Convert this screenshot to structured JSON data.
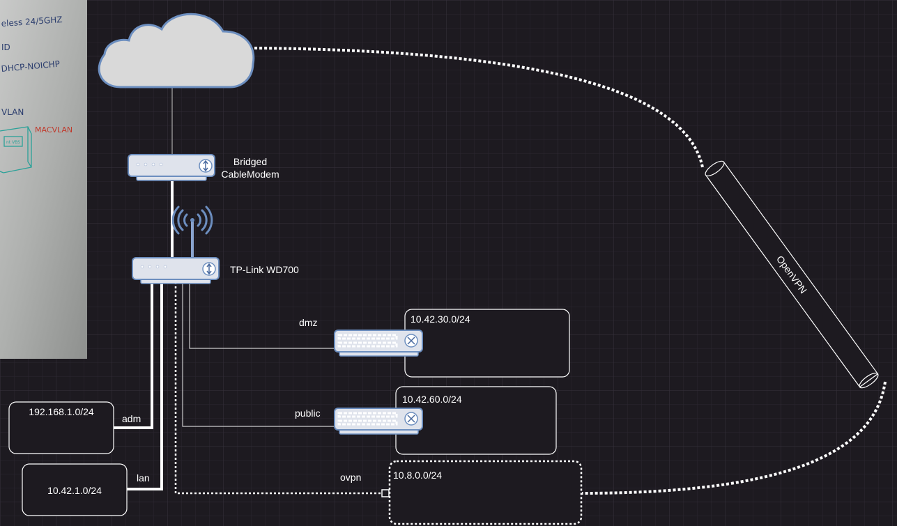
{
  "photo": {
    "lines": [
      "eless 24/5GHZ",
      "ID",
      "DHCP-NOICHP",
      "VLAN",
      "MACVLAN",
      "nt VBS"
    ]
  },
  "devices": {
    "modem_label_line1": "Bridged",
    "modem_label_line2": "CableModem",
    "router_label": "TP-Link WD700"
  },
  "links": {
    "dmz": "dmz",
    "public": "public",
    "ovpn": "ovpn",
    "adm": "adm",
    "lan": "lan"
  },
  "tunnel": {
    "label": "OpenVPN"
  },
  "subnets": {
    "dmz": "10.42.30.0/24",
    "public": "10.42.60.0/24",
    "ovpn": "10.8.0.0/24",
    "adm": "192.168.1.0/24",
    "lan": "10.42.1.0/24"
  },
  "colors": {
    "background": "#1d1a20",
    "grid": "#2f2b35",
    "device_fill": "#dfe3ec",
    "device_border": "#6c8ebf",
    "cloud_fill": "#d9d9d9",
    "line": "#ffffff",
    "handwriting_blue": "#2c3e6e",
    "handwriting_red": "#c0392b",
    "handwriting_teal": "#2aa198"
  }
}
